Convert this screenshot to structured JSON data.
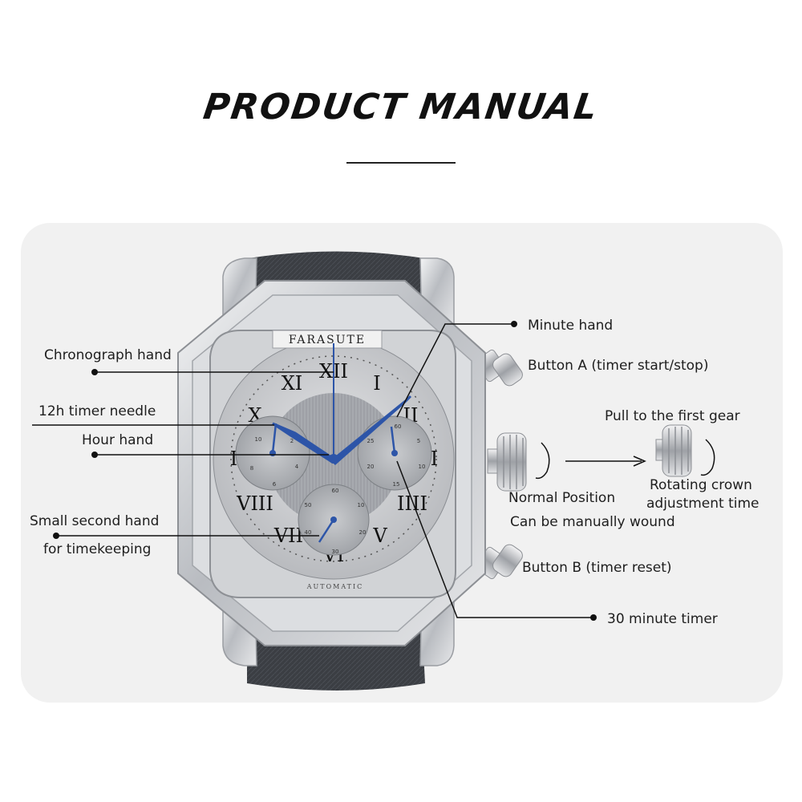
{
  "title": "PRODUCT MANUAL",
  "watch": {
    "brand": "FARASUTE",
    "dial_text": "AUTOMATIC",
    "numerals": [
      "XII",
      "I",
      "II",
      "III",
      "IIII",
      "V",
      "VI",
      "VII",
      "VIII",
      "IX",
      "X",
      "XI"
    ],
    "subdial_left_numbers": [
      "10",
      "2",
      "4",
      "6",
      "8"
    ],
    "subdial_right_numbers": [
      "60",
      "5",
      "10",
      "15",
      "20",
      "25"
    ],
    "subdial_bottom_numbers": [
      "60",
      "10",
      "20",
      "30",
      "40",
      "50"
    ]
  },
  "labels": {
    "chronograph_hand": "Chronograph hand",
    "timer_12h": "12h timer needle",
    "hour_hand": "Hour hand",
    "small_second_line1": "Small second hand",
    "small_second_line2": "for timekeeping",
    "minute_hand": "Minute hand",
    "button_a": "Button A (timer start/stop)",
    "pull_first_gear": "Pull to the first gear",
    "normal_position": "Normal Position",
    "rotating_crown_line1": "Rotating crown",
    "rotating_crown_line2": "adjustment time",
    "manually_wound": "Can be manually wound",
    "button_b": "Button B (timer reset)",
    "timer_30min": "30 minute timer"
  },
  "colors": {
    "hands": "#2d55a8",
    "case": "#c9ccd0",
    "strap": "#3b3e43",
    "panel": "#f1f1f1"
  }
}
